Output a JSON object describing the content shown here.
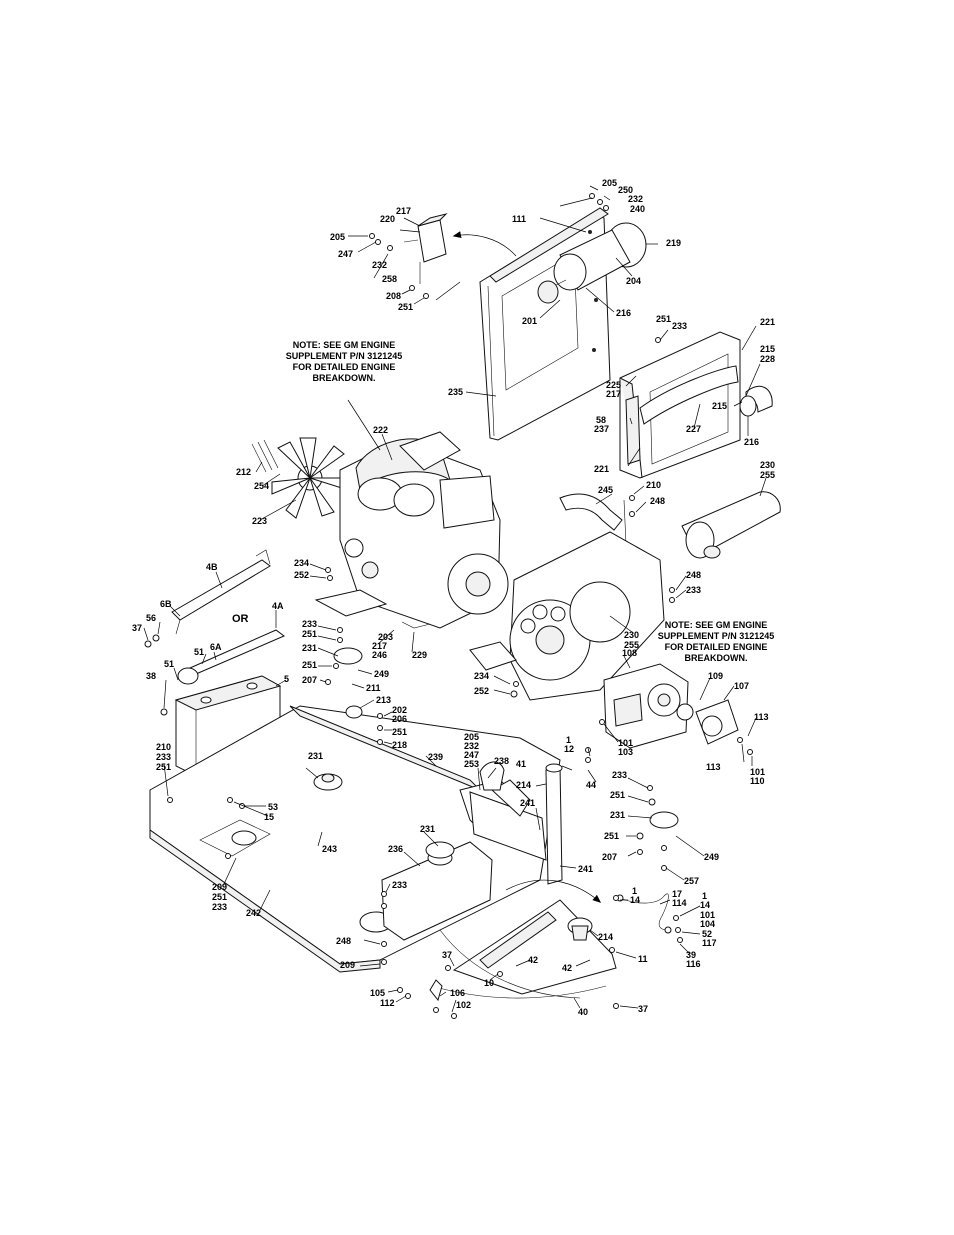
{
  "notes": {
    "gm_engine_1": [
      "NOTE:  SEE GM ENGINE",
      "SUPPLEMENT P/N 3121245",
      "FOR DETAILED ENGINE",
      "BREAKDOWN."
    ],
    "gm_engine_2": [
      "NOTE:  SEE GM ENGINE",
      "SUPPLEMENT P/N 3121245",
      "FOR DETAILED ENGINE",
      "BREAKDOWN."
    ]
  },
  "or_label": "OR",
  "callouts": {
    "c205a": "205",
    "c250": "250",
    "c232a": "232",
    "c240": "240",
    "c111": "111",
    "c217a": "217",
    "c220": "220",
    "c205b": "205",
    "c247a": "247",
    "c232b": "232",
    "c258": "258",
    "c208": "208",
    "c251a": "251",
    "c219": "219",
    "c204": "204",
    "c201": "201",
    "c216a": "216",
    "c251b": "251",
    "c233a": "233",
    "c221a": "221",
    "c215a": "215",
    "c228": "228",
    "c225": "225",
    "c217b": "217",
    "c58": "58",
    "c237": "237",
    "c215b": "215",
    "c227": "227",
    "c216b": "216",
    "c221b": "221",
    "c235": "235",
    "c222": "222",
    "c212": "212",
    "c254": "254",
    "c223": "223",
    "c230a": "230",
    "c255a": "255",
    "c245": "245",
    "c210a": "210",
    "c248a": "248",
    "c234a": "234",
    "c252a": "252",
    "c4B": "4B",
    "c6B": "6B",
    "c56": "56",
    "c37a": "37",
    "c4A": "4A",
    "c6A": "6A",
    "c51a": "51",
    "c51b": "51",
    "c38": "38",
    "c233b": "233",
    "c251c": "251",
    "c231a": "231",
    "c251d": "251",
    "c207a": "207",
    "c203": "203",
    "c217c": "217",
    "c246": "246",
    "c229": "229",
    "c249a": "249",
    "c211": "211",
    "c213": "213",
    "c248b": "248",
    "c233c": "233",
    "c230b": "230",
    "c255b": "255",
    "c5": "5",
    "c202": "202",
    "c206": "206",
    "c251e": "251",
    "c218": "218",
    "c234b": "234",
    "c252b": "252",
    "c108": "108",
    "c109": "109",
    "c107": "107",
    "c113a": "113",
    "c101a": "101",
    "c103": "103",
    "c113b": "113",
    "c101b": "101",
    "c110": "110",
    "c210b": "210",
    "c233d": "233",
    "c251f": "251",
    "c205c": "205",
    "c232c": "232",
    "c247b": "247",
    "c253": "253",
    "c239": "239",
    "c231b": "231",
    "c238": "238",
    "c1a": "1",
    "c12": "12",
    "c41": "41",
    "c44": "44",
    "c214a": "214",
    "c241a": "241",
    "c53": "53",
    "c15": "15",
    "c233e": "233",
    "c251g": "251",
    "c231c": "231",
    "c251h": "251",
    "c207b": "207",
    "c249b": "249",
    "c257": "257",
    "c243": "243",
    "c231d": "231",
    "c236": "236",
    "c241b": "241",
    "c209a": "209",
    "c251i": "251",
    "c233f": "233",
    "c233g": "233",
    "c242": "242",
    "c1b": "1",
    "c14a": "14",
    "c17": "17",
    "c114": "114",
    "c1c": "1",
    "c14b": "14",
    "c101c": "101",
    "c104": "104",
    "c52": "52",
    "c117": "117",
    "c248c": "248",
    "c214b": "214",
    "c39": "39",
    "c116": "116",
    "c209b": "209",
    "c37b": "37",
    "c42a": "42",
    "c42b": "42",
    "c11": "11",
    "c10": "10",
    "c105": "105",
    "c112": "112",
    "c106": "106",
    "c102": "102",
    "c40": "40",
    "c37c": "37"
  }
}
